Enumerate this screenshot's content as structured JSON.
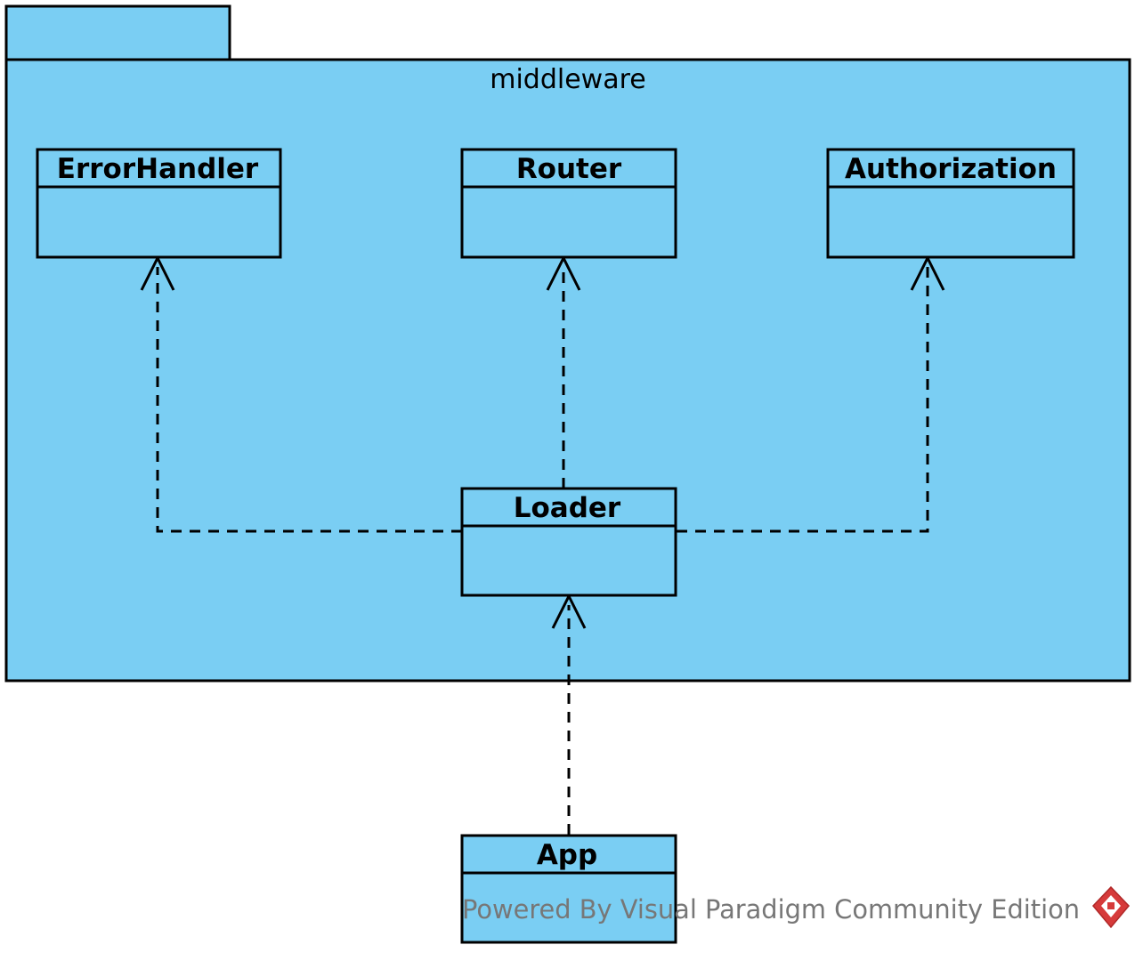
{
  "package": {
    "name": "middleware",
    "fill": "#7ACEF3"
  },
  "classes": {
    "error_handler": "ErrorHandler",
    "router": "Router",
    "authorization": "Authorization",
    "loader": "Loader",
    "app": "App"
  },
  "dependencies": [
    {
      "from": "Loader",
      "to": "ErrorHandler"
    },
    {
      "from": "Loader",
      "to": "Router"
    },
    {
      "from": "Loader",
      "to": "Authorization"
    },
    {
      "from": "App",
      "to": "Loader"
    }
  ],
  "watermark": {
    "text": "Powered By Visual Paradigm Community Edition",
    "logo_icon": "visual-paradigm-logo-icon",
    "logo_color": "#D63A3A"
  },
  "colors": {
    "class_fill": "#7ACEF3",
    "line": "#000000",
    "watermark_text": "#777777"
  }
}
